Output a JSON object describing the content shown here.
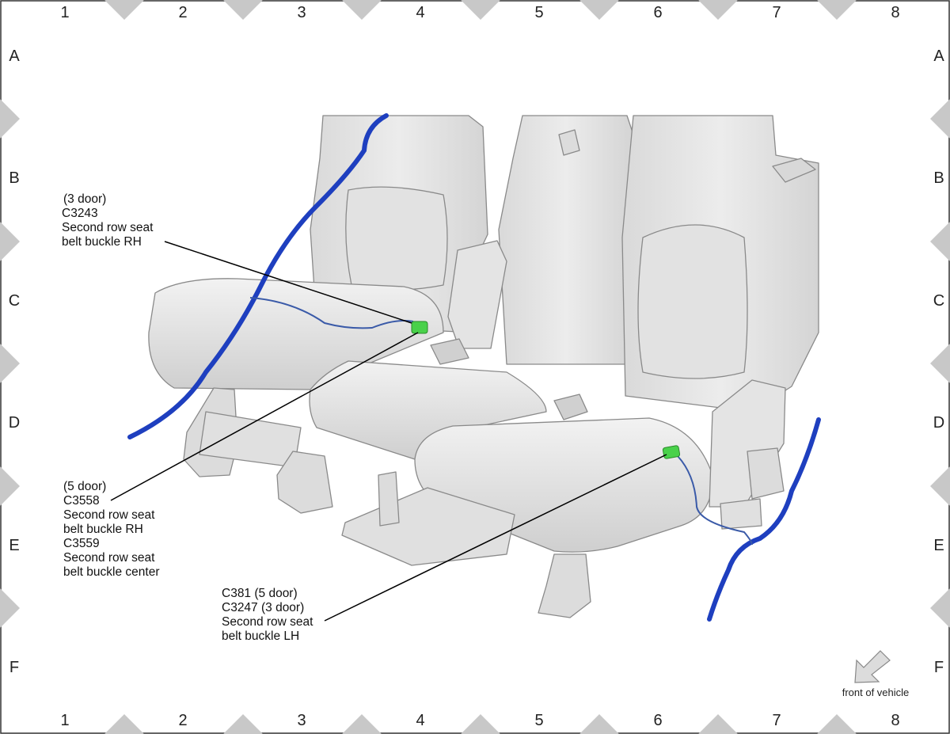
{
  "grid": {
    "columns": [
      "1",
      "2",
      "3",
      "4",
      "5",
      "6",
      "7",
      "8"
    ],
    "rows": [
      "A",
      "B",
      "C",
      "D",
      "E",
      "F"
    ]
  },
  "callouts": {
    "rh_3door": [
      "(3 door)",
      "C3243",
      "Second row seat",
      "belt buckle RH"
    ],
    "rh_5door": [
      "(5 door)",
      "C3558",
      "Second row seat",
      "belt buckle RH",
      "C3559",
      "Second row seat",
      "belt buckle center"
    ],
    "lh": [
      "C381 (5 door)",
      "C3247 (3 door)",
      "Second row seat",
      "belt buckle LH"
    ]
  },
  "front_of_vehicle": "front of vehicle",
  "colors": {
    "harness": "#1e3fbf",
    "wire": "#3a5aa8",
    "connector": "#49d14a",
    "seat_fill": "#e6e6e6",
    "seat_stroke": "#8a8a8a",
    "border_marker": "#c8c8c8"
  }
}
